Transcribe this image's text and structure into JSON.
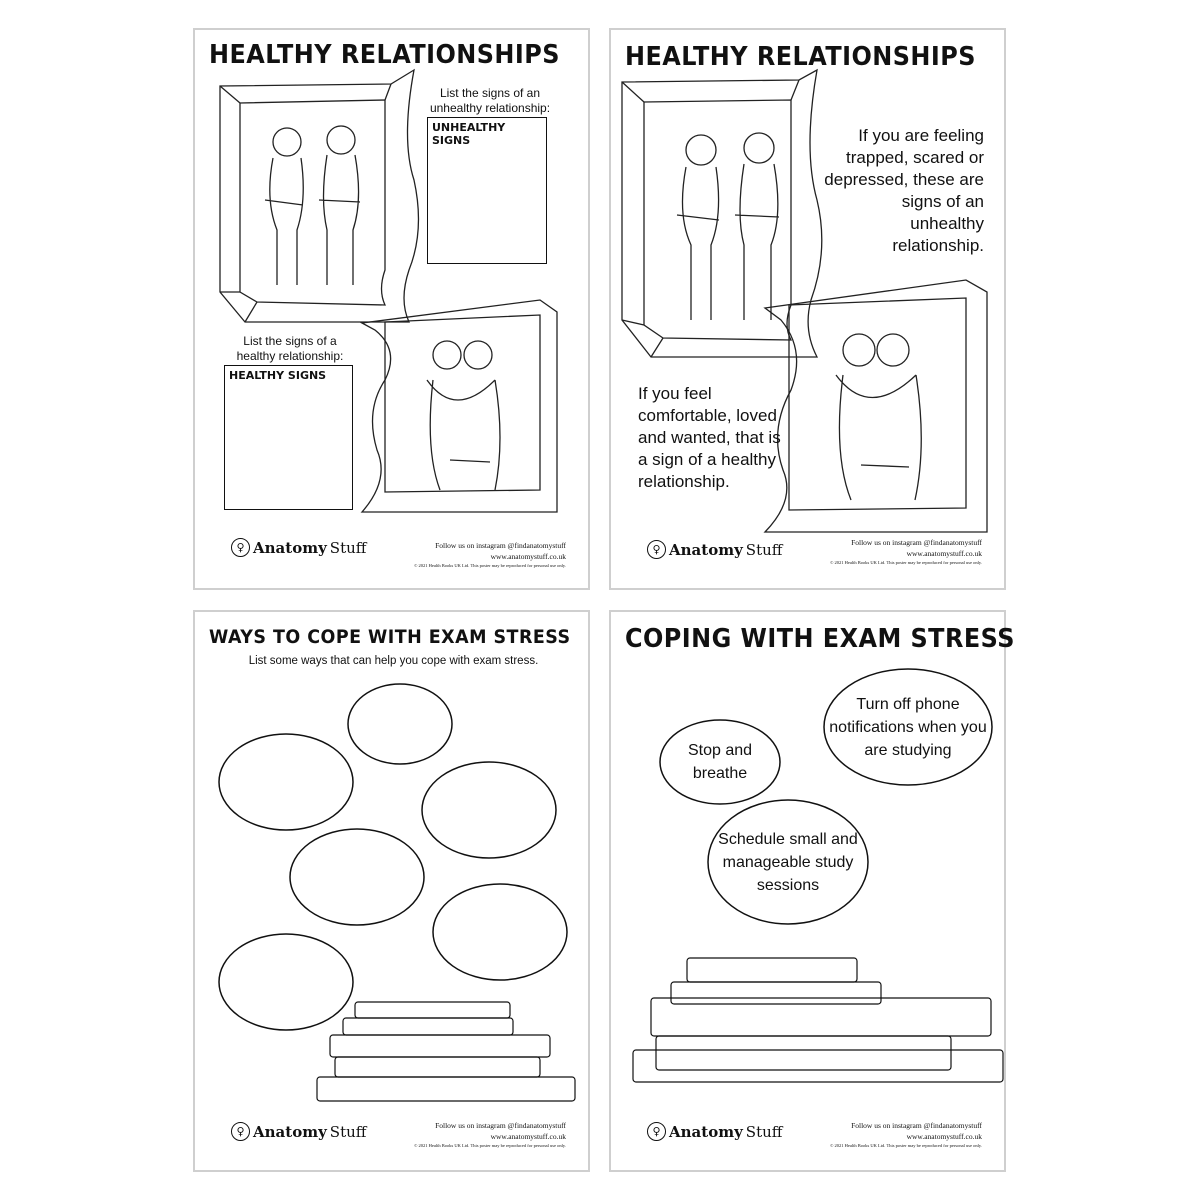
{
  "brand": {
    "logo_word_bold": "Anatomy",
    "logo_word_light": "Stuff",
    "follow": "Follow us on instagram @findanatomystuff",
    "website": "www.anatomystuff.co.uk",
    "copyright": "© 2021 Health Books UK Ltd. This poster may be reproduced for personal use only."
  },
  "posters": [
    {
      "title": "HEALTHY RELATIONSHIPS",
      "unhealthy_prompt": "List the signs of an unhealthy relationship:",
      "unhealthy_box_label": "UNHEALTHY SIGNS",
      "healthy_prompt": "List the signs of a healthy relationship:",
      "healthy_box_label": "HEALTHY SIGNS"
    },
    {
      "title": "HEALTHY RELATIONSHIPS",
      "unhealthy_text": "If you are feeling trapped, scared or depressed, these are signs of an unhealthy relationship.",
      "healthy_text": "If you feel comfortable, loved and wanted, that is a sign of a healthy relationship."
    },
    {
      "title": "WAYS TO COPE WITH EXAM STRESS",
      "subtitle": "List some ways that can help you cope with exam stress."
    },
    {
      "title": "COPING WITH EXAM STRESS",
      "tips": [
        "Stop and breathe",
        "Turn off phone notifications when you are studying",
        "Schedule small and manageable study sessions"
      ]
    }
  ]
}
